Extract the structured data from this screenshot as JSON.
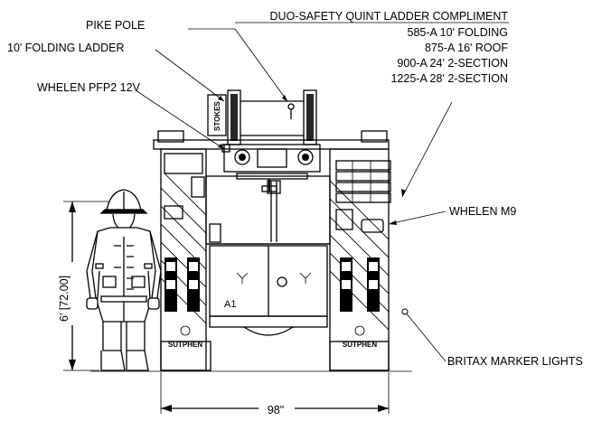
{
  "callouts": {
    "pike_pole": "PIKE POLE",
    "folding_ladder": "10' FOLDING LADDER",
    "whelen_pfp2": "WHELEN PFP2 12V",
    "whelen_m9": "WHELEN M9",
    "britax": "BRITAX MARKER LIGHTS"
  },
  "ladder_compliment": {
    "title": "DUO-SAFETY QUINT LADDER COMPLIMENT",
    "lines": [
      "585-A 10' FOLDING",
      "875-A 16' ROOF",
      "900-A 24' 2-SECTION",
      "1225-A 28' 2-SECTION"
    ]
  },
  "dimensions": {
    "height": "6' [72.00]",
    "width": "98\""
  },
  "marks": {
    "compartment_id": "A1",
    "brand": "SUTPHEN",
    "stokes": "STOKES"
  }
}
